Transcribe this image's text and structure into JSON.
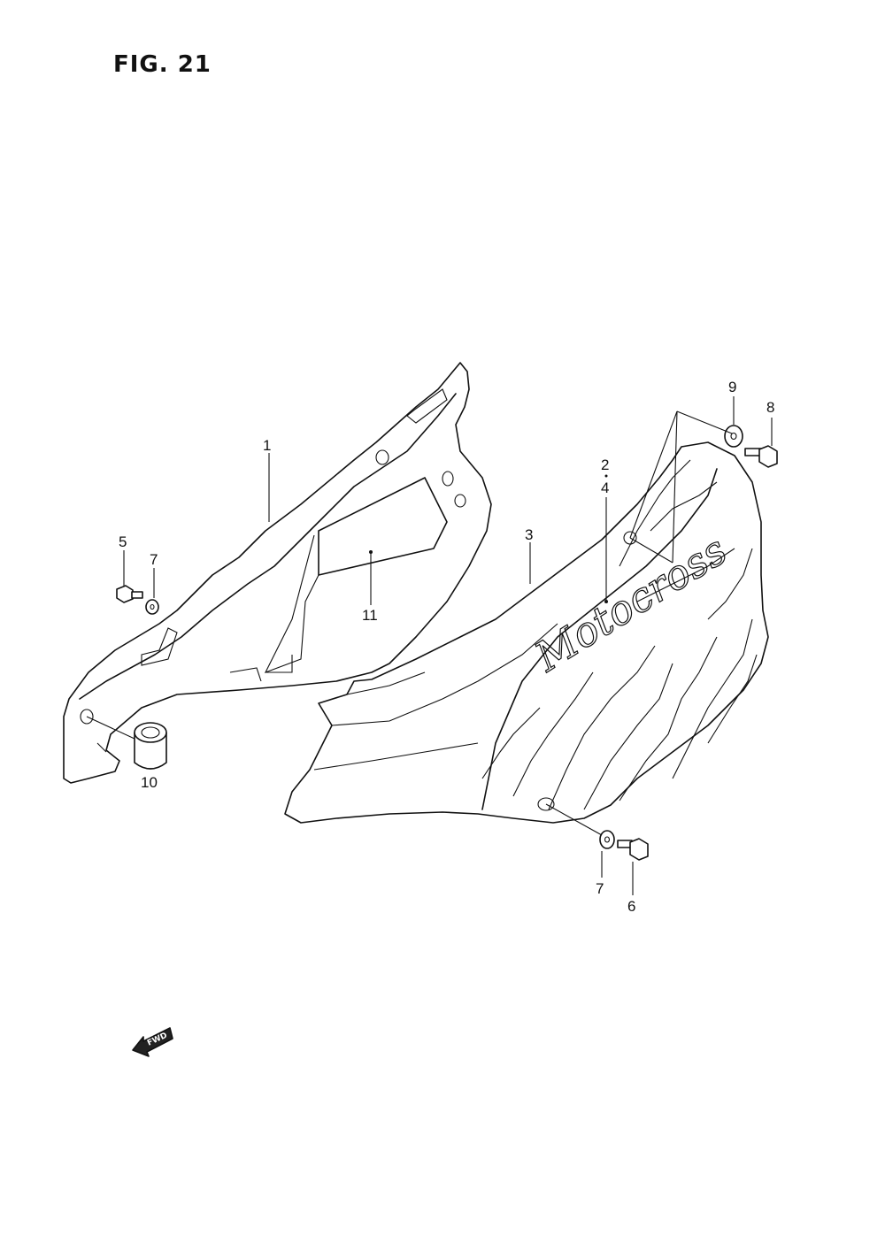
{
  "figure": {
    "title": "FIG. 21",
    "fwd_label": "FWD",
    "logo_text": "Motocross"
  },
  "callouts": [
    {
      "id": "c1",
      "label": "1"
    },
    {
      "id": "c2",
      "label": "2"
    },
    {
      "id": "c3",
      "label": "3"
    },
    {
      "id": "c4",
      "label": "4"
    },
    {
      "id": "c5",
      "label": "5"
    },
    {
      "id": "c6",
      "label": "6"
    },
    {
      "id": "c7a",
      "label": "7"
    },
    {
      "id": "c7b",
      "label": "7"
    },
    {
      "id": "c8",
      "label": "8"
    },
    {
      "id": "c9",
      "label": "9"
    },
    {
      "id": "c10",
      "label": "10"
    },
    {
      "id": "c11",
      "label": "11"
    }
  ]
}
